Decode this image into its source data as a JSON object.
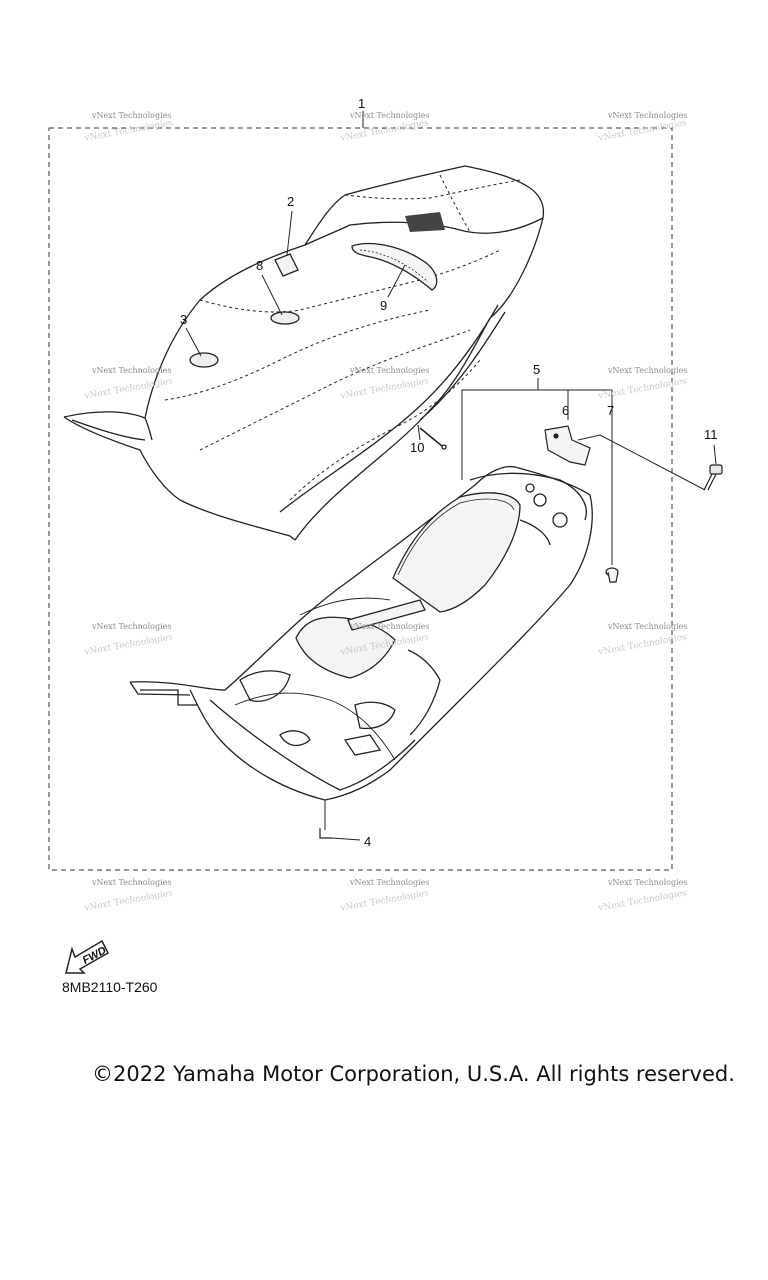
{
  "diagram": {
    "callouts": [
      "1",
      "2",
      "3",
      "4",
      "5",
      "6",
      "7",
      "8",
      "9",
      "10",
      "11"
    ],
    "watermark_text": "vNext Technologies",
    "fwd_label": "FWD",
    "diagram_code": "8MB2110-T260",
    "copyright": "©2022 Yamaha Motor Corporation, U.S.A. All rights reserved."
  }
}
